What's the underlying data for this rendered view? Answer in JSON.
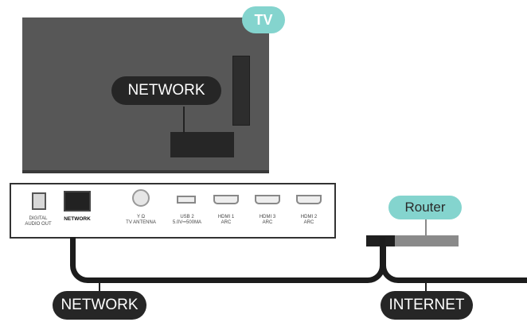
{
  "tv_badge": "TV",
  "tv_callout": "NETWORK",
  "ports": [
    {
      "label": "DIGITAL\nAUDIO OUT",
      "icon": "optical-port-icon",
      "bold": false
    },
    {
      "label": "NETWORK",
      "icon": "ethernet-port-icon",
      "bold": true
    },
    {
      "label": "Y Ω\nTV ANTENNA",
      "icon": "antenna-port-icon",
      "bold": false
    },
    {
      "label": "USB 2\n5.0V⎓500mA",
      "icon": "usb-port-icon",
      "bold": false
    },
    {
      "label": "HDMI 1\nARC",
      "icon": "hdmi-port-icon",
      "bold": false
    },
    {
      "label": "HDMI 3\nARC",
      "icon": "hdmi-port-icon",
      "bold": false
    },
    {
      "label": "HDMI 2\nARC",
      "icon": "hdmi-port-icon",
      "bold": false
    }
  ],
  "router_label": "Router",
  "network_label": "NETWORK",
  "internet_label": "INTERNET",
  "colors": {
    "teal": "#84d4ce",
    "dark": "#262626",
    "tv_gray": "#575757"
  }
}
